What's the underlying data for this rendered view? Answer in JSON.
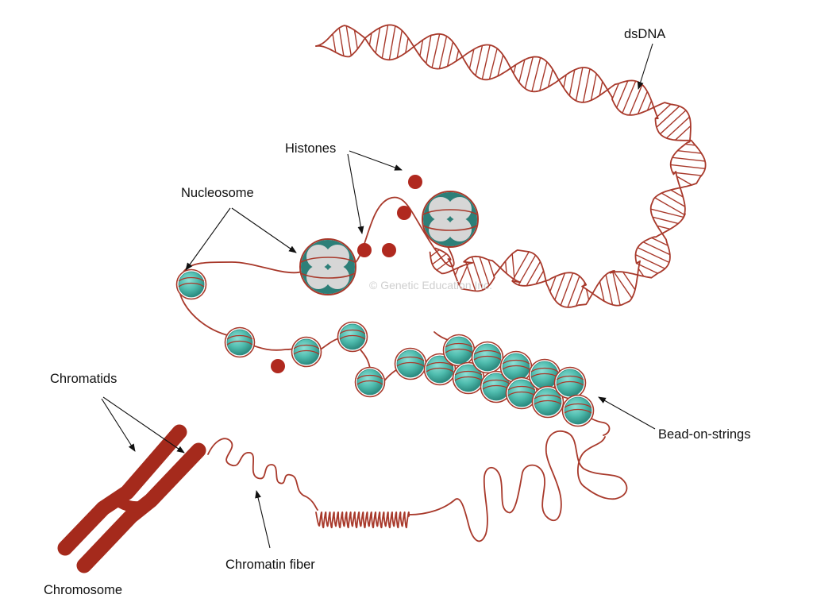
{
  "labels": {
    "dsdna": "dsDNA",
    "histones": "Histones",
    "nucleosome": "Nucleosome",
    "chromatids": "Chromatids",
    "bead_on_strings": "Bead-on-strings",
    "chromatin_fiber": "Chromatin fiber",
    "chromosome": "Chromosome"
  },
  "watermark": "© Genetic Education Inc.",
  "colors": {
    "dna": "#a8392b",
    "histone": "#b0291f",
    "chromosome": "#a52a1c",
    "bead_fill": "#57c1b5",
    "bead_dark": "#2f8f85",
    "octamer_fill": "#d6d6d6",
    "octamer_teal": "#2d7f78",
    "text": "#111111"
  }
}
